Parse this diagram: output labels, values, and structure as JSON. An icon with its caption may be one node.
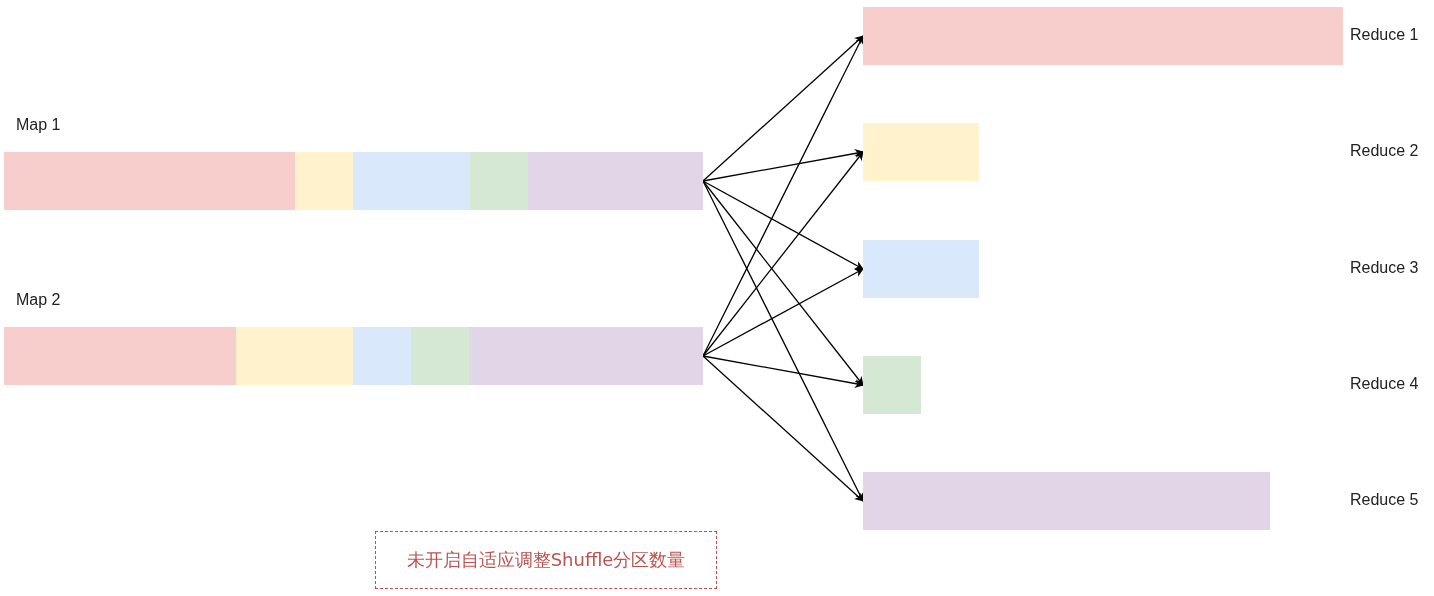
{
  "diagram": {
    "nodes": [
      {
        "text": [
          "Map 1"
        ]
      },
      {
        "text": [],
        "shape": "bar",
        "in": 0
      },
      {
        "text": [],
        "shape": "bar",
        "in": 0
      },
      {
        "text": [],
        "shape": "bar",
        "in": 0
      },
      {
        "text": [],
        "shape": "bar",
        "in": 0
      },
      {
        "text": [],
        "shape": "bar",
        "in": 0
      },
      {
        "text": [
          "Map 2"
        ]
      },
      {
        "text": [],
        "shape": "bar",
        "in": 6
      },
      {
        "text": [],
        "shape": "bar",
        "in": 6
      },
      {
        "text": [],
        "shape": "bar",
        "in": 6
      },
      {
        "text": [],
        "shape": "bar",
        "in": 6
      },
      {
        "text": [],
        "shape": "bar",
        "in": 6
      },
      {
        "text": [],
        "shape": "bar"
      },
      {
        "text": [],
        "shape": "bar"
      },
      {
        "text": [],
        "shape": "bar"
      },
      {
        "text": [],
        "shape": "bar"
      },
      {
        "text": [],
        "shape": "bar"
      },
      {
        "text": [
          "未开启自适应调整Shuffle分区数量"
        ]
      }
    ],
    "edges": [
      {
        "from": 0,
        "to": 12,
        "arrow": "to"
      },
      {
        "from": 0,
        "to": 13,
        "arrow": "to"
      },
      {
        "from": 0,
        "to": 14,
        "arrow": "to"
      },
      {
        "from": 0,
        "to": 15,
        "arrow": "to"
      },
      {
        "from": 0,
        "to": 16,
        "arrow": "to"
      },
      {
        "from": 6,
        "to": 12,
        "arrow": "to"
      },
      {
        "from": 6,
        "to": 13,
        "arrow": "to"
      },
      {
        "from": 6,
        "to": 14,
        "arrow": "to"
      },
      {
        "from": 6,
        "to": 15,
        "arrow": "to"
      },
      {
        "from": 6,
        "to": 16,
        "arrow": "to"
      }
    ],
    "labels": [
      "Reduce 1",
      "Reduce 2",
      "Reduce 3",
      "Reduce 4",
      "Reduce 5"
    ]
  }
}
